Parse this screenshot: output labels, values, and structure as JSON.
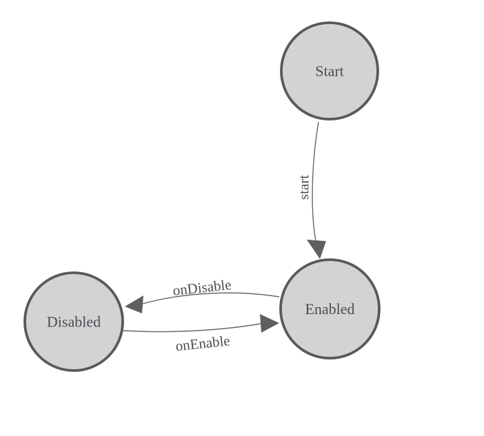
{
  "diagram": {
    "type": "state-machine",
    "nodes": [
      {
        "id": "start",
        "label": "Start"
      },
      {
        "id": "enabled",
        "label": "Enabled"
      },
      {
        "id": "disabled",
        "label": "Disabled"
      }
    ],
    "edges": [
      {
        "from": "Start",
        "to": "Enabled",
        "label": "start"
      },
      {
        "from": "Enabled",
        "to": "Disabled",
        "label": "onDisable"
      },
      {
        "from": "Disabled",
        "to": "Enabled",
        "label": "onEnable"
      }
    ],
    "colors": {
      "background": "#ffffff",
      "node_fill": "#d3d3d3",
      "node_stroke": "#58595b",
      "edge": "#666666",
      "arrow": "#5e5f61",
      "text": "#4b4d54"
    }
  }
}
